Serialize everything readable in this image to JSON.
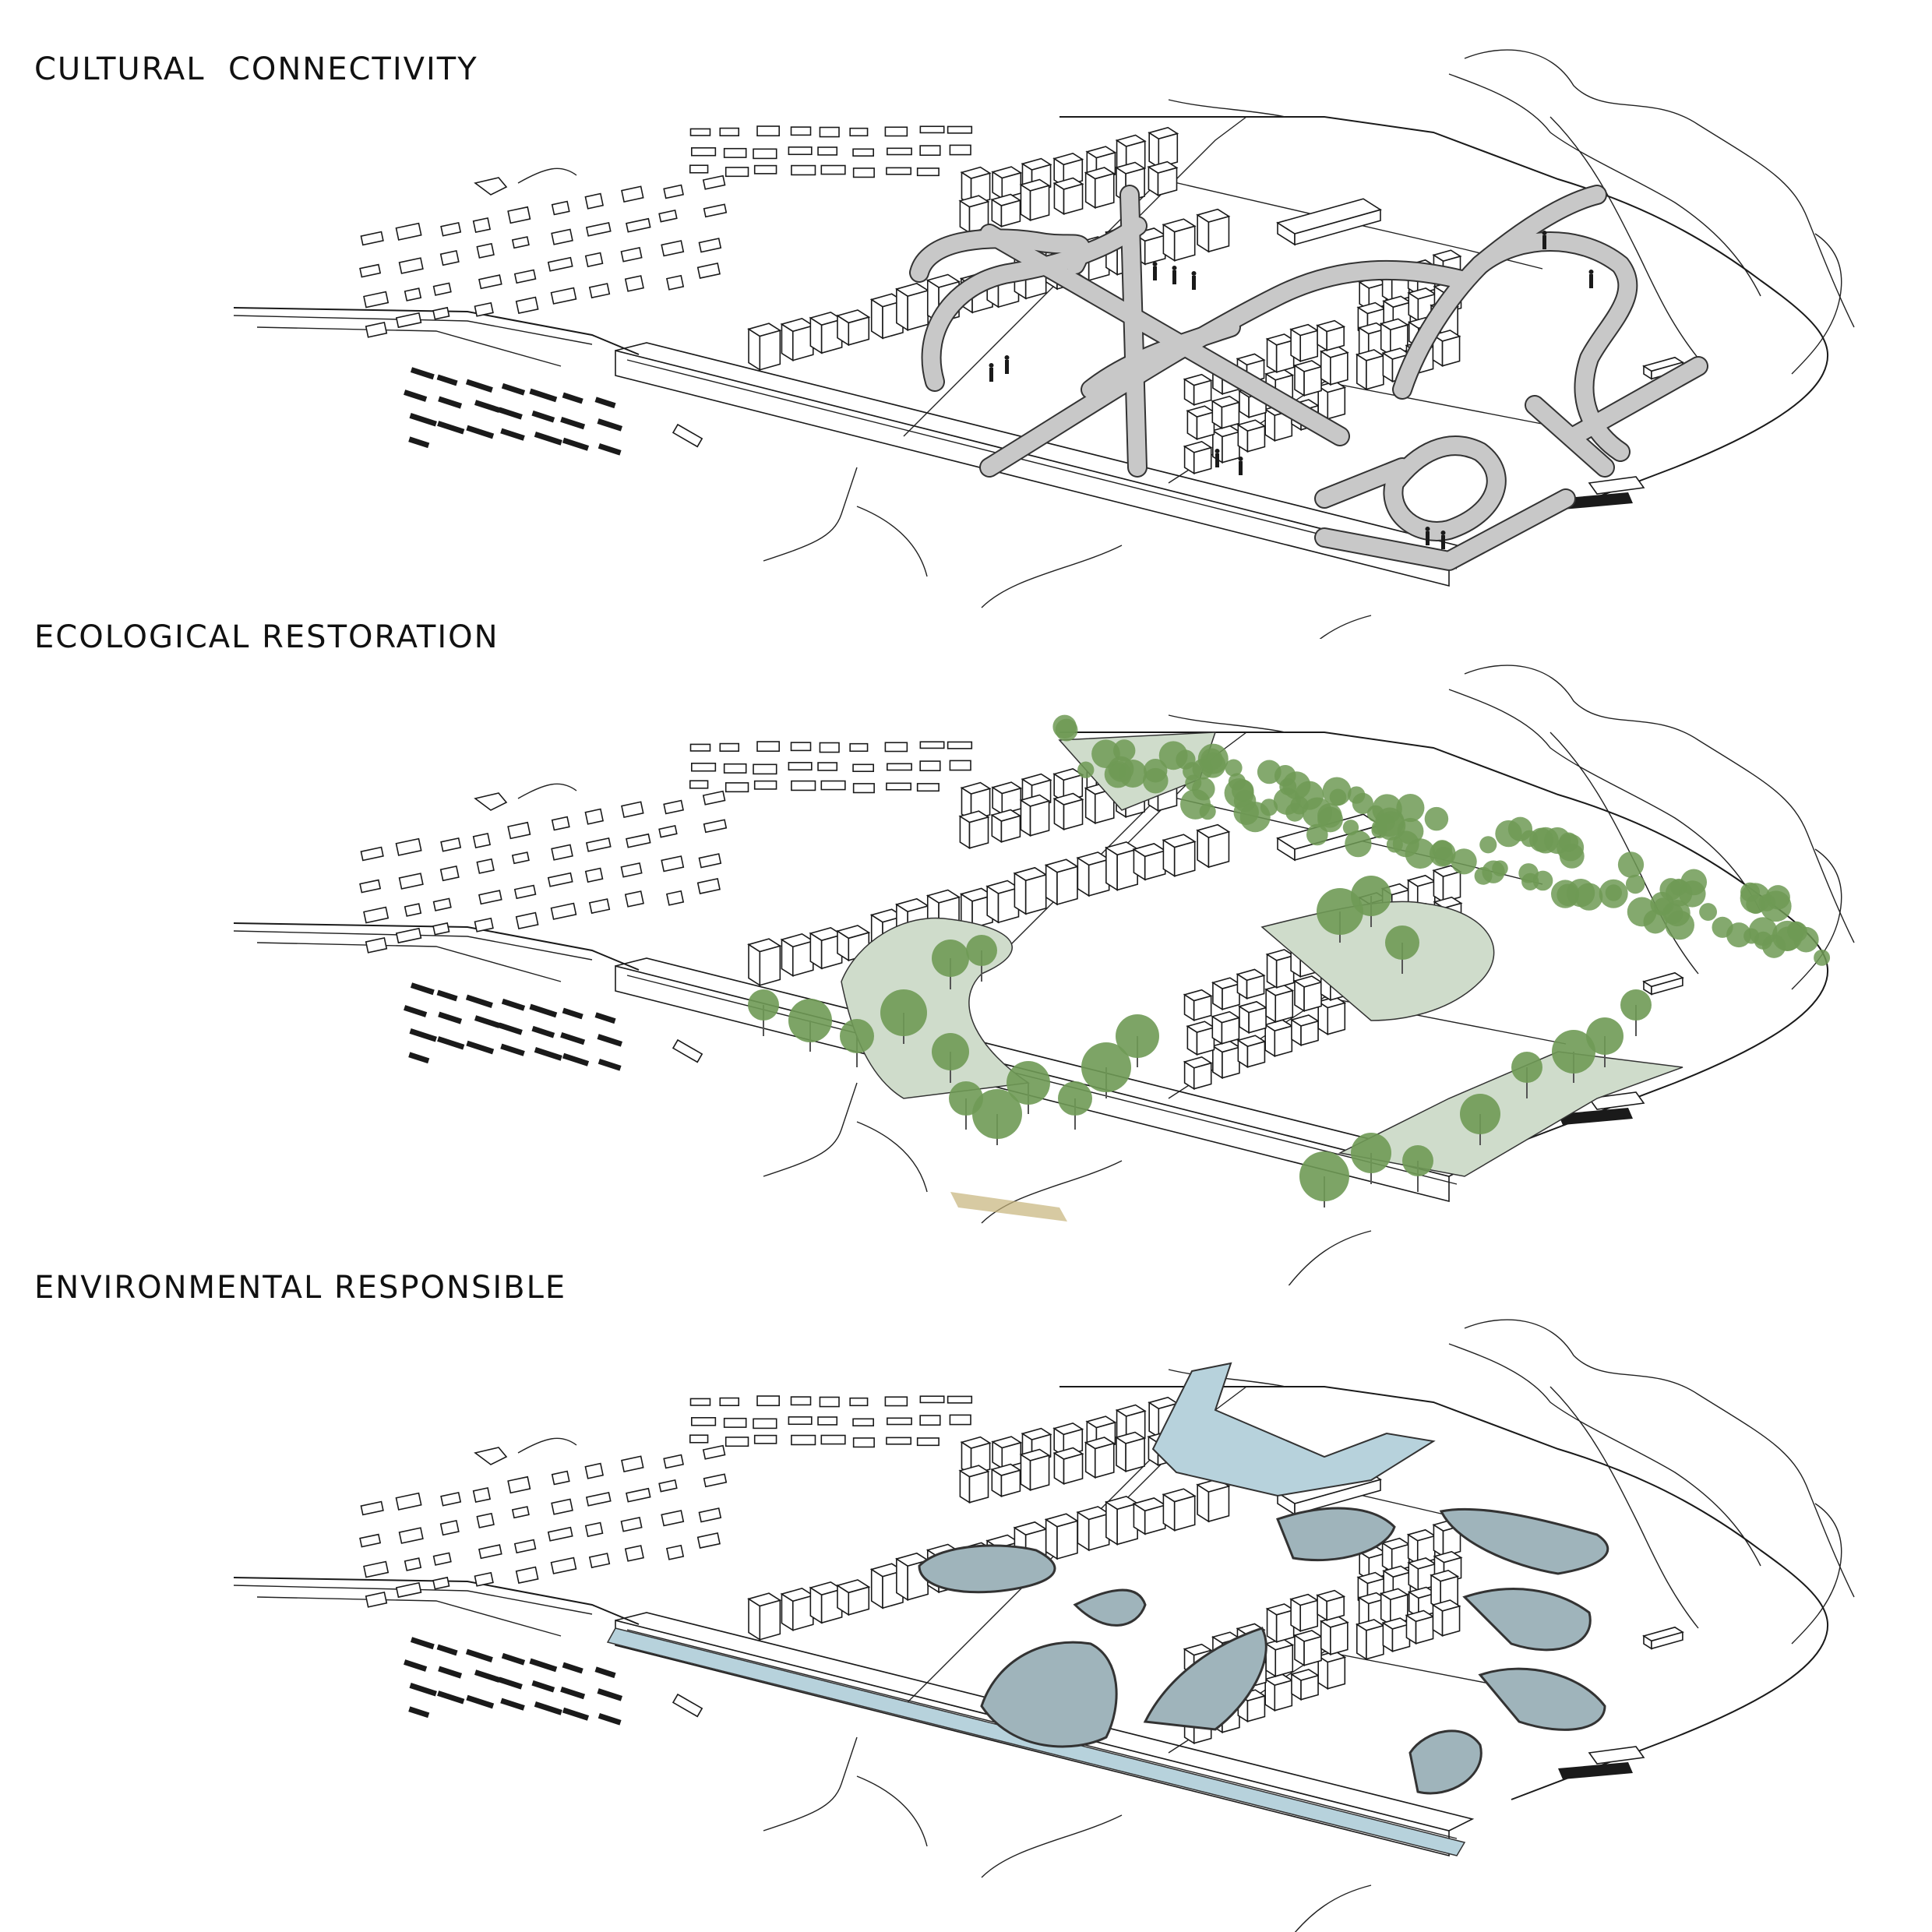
{
  "panels": [
    {
      "title": "CULTURAL  CONNECTIVITY",
      "layer": "paths",
      "accent": "#c8c8c8"
    },
    {
      "title": "ECOLOGICAL RESTORATION",
      "layer": "greenery",
      "accent": "#6f9a55",
      "accent_light": "#cfdccb"
    },
    {
      "title": "ENVIRONMENTAL RESPONSIBLE",
      "layer": "water",
      "accent": "#9fb4bb",
      "accent_canal": "#b7d2dc"
    }
  ]
}
